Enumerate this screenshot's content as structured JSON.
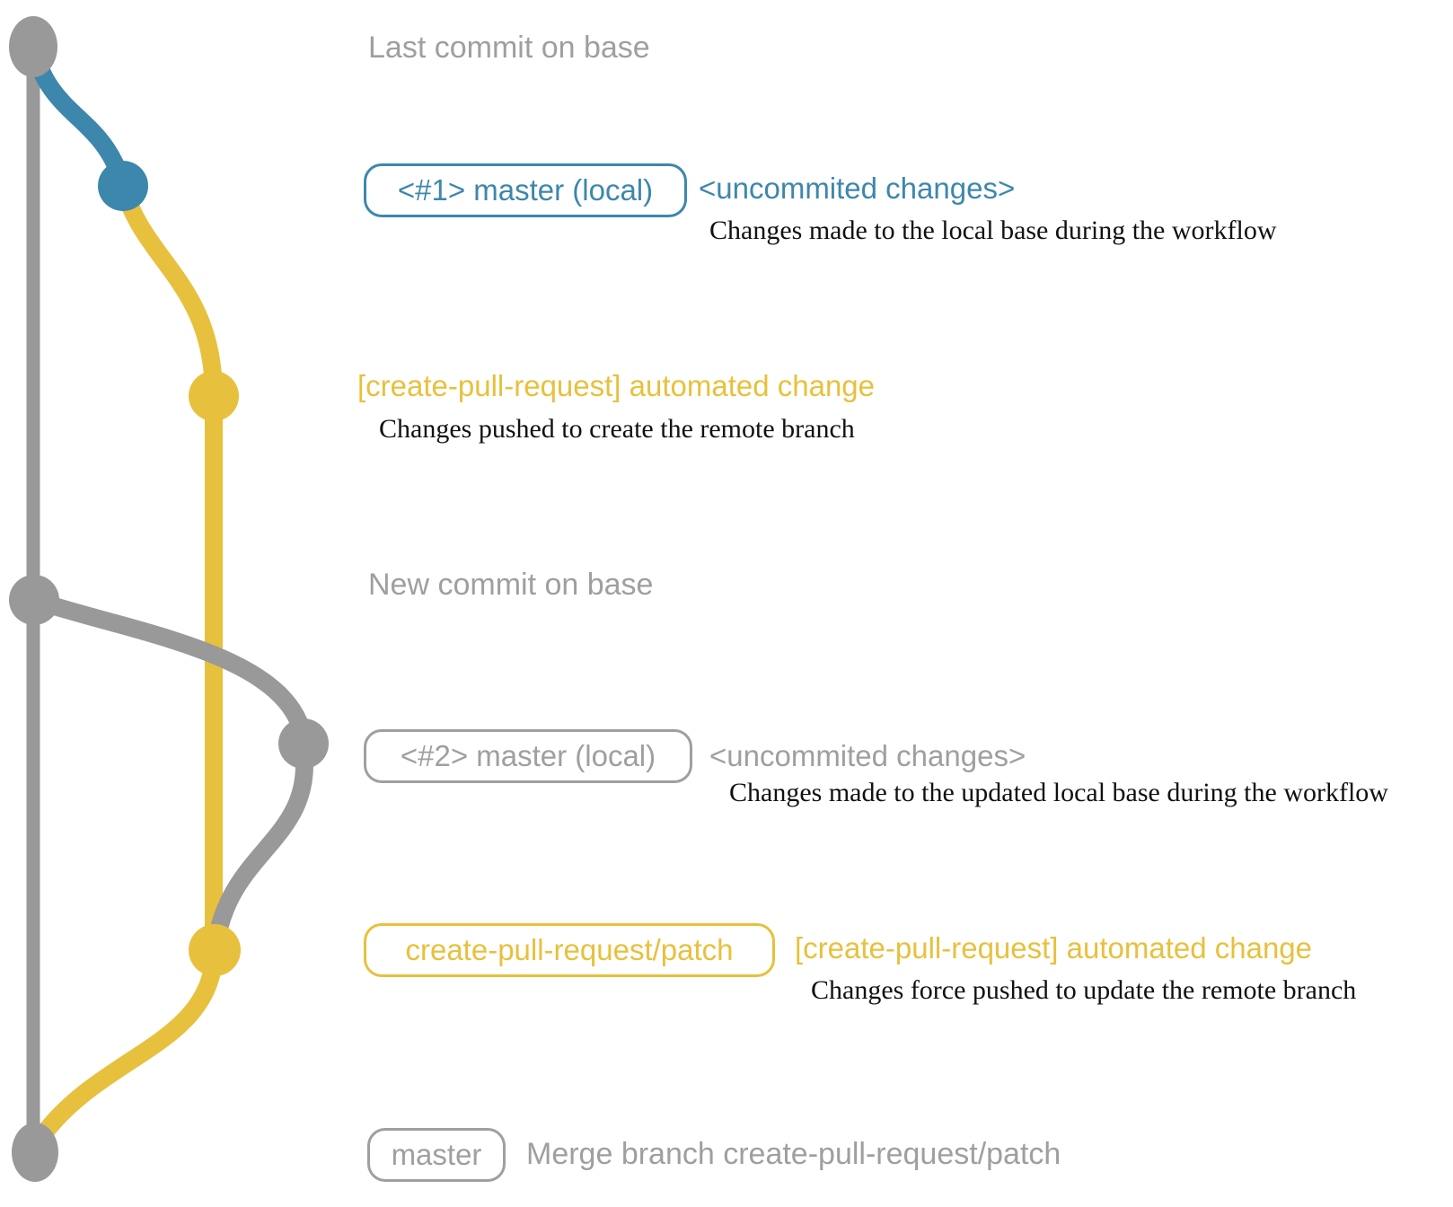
{
  "colors": {
    "branch_gray": "#999999",
    "branch_blue": "#3d87ad",
    "branch_yellow": "#e7c13d",
    "note_text": "#111111",
    "label_gray": "#9f9f9f"
  },
  "graph": {
    "nodes": [
      {
        "name": "last-commit-on-base",
        "color": "gray"
      },
      {
        "name": "local-master-commit-1",
        "color": "blue"
      },
      {
        "name": "remote-patch-commit-1",
        "color": "yellow"
      },
      {
        "name": "new-commit-on-base",
        "color": "gray"
      },
      {
        "name": "local-master-commit-2",
        "color": "gray"
      },
      {
        "name": "remote-patch-commit-2",
        "color": "yellow"
      },
      {
        "name": "merge-commit",
        "color": "gray"
      }
    ]
  },
  "annotations": {
    "last_commit_label": "Last commit on base",
    "row1_badge": "<#1> master (local)",
    "row1_companion": "<uncommited changes>",
    "row1_note": "Changes made to the local base during the workflow",
    "push1_companion": "[create-pull-request] automated change",
    "push1_note": "Changes pushed to create the remote branch",
    "new_commit_label": "New commit on base",
    "row2_badge": "<#2> master (local)",
    "row2_companion": "<uncommited changes>",
    "row2_note": "Changes made to the updated local base during the workflow",
    "push2_badge": "create-pull-request/patch",
    "push2_companion": "[create-pull-request] automated change",
    "push2_note": "Changes force pushed to update the remote branch",
    "merge_badge": "master",
    "merge_companion": "Merge branch create-pull-request/patch"
  }
}
